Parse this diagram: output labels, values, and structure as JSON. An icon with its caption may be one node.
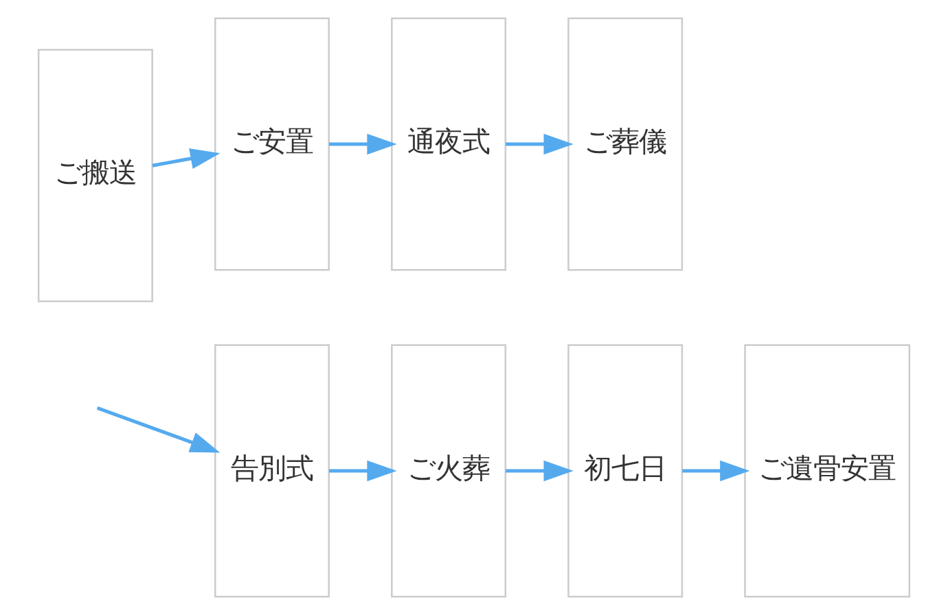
{
  "diagram": {
    "nodes": [
      {
        "text": [
          "ご搬送"
        ]
      },
      {
        "text": [
          "ご安置"
        ]
      },
      {
        "text": [
          "通夜式"
        ]
      },
      {
        "text": [
          "ご葬儀"
        ]
      },
      {
        "text": [
          "告別式"
        ]
      },
      {
        "text": [
          "ご火葬"
        ]
      },
      {
        "text": [
          "初七日"
        ]
      },
      {
        "text": [
          "ご遺骨安置"
        ]
      }
    ],
    "edges": [
      {
        "from": 0,
        "to": 1,
        "arrow": "to"
      },
      {
        "from": 1,
        "to": 2,
        "arrow": "to"
      },
      {
        "from": 2,
        "to": 3,
        "arrow": "to"
      },
      {
        "from": null,
        "to": 4,
        "arrow": "to"
      },
      {
        "from": 4,
        "to": 5,
        "arrow": "to"
      },
      {
        "from": 5,
        "to": 6,
        "arrow": "to"
      },
      {
        "from": 6,
        "to": 7,
        "arrow": "to"
      }
    ]
  }
}
